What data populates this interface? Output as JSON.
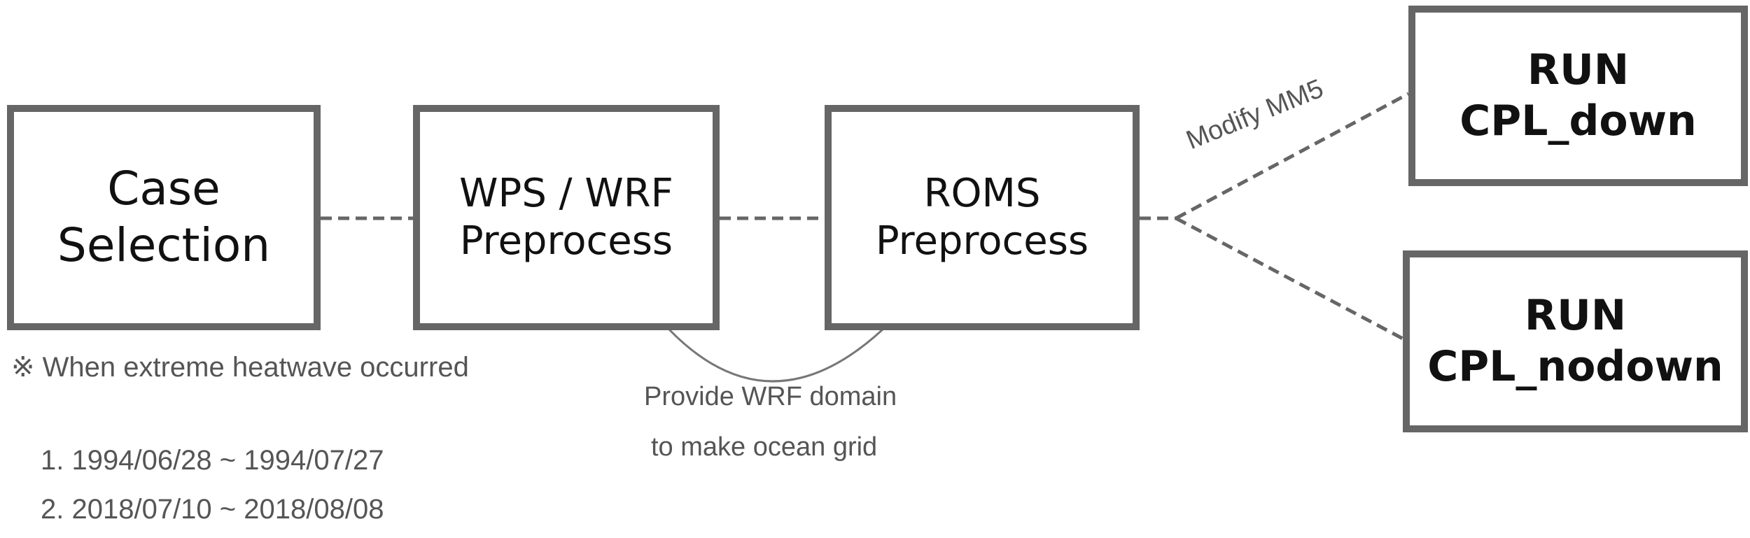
{
  "boxes": {
    "case_selection": [
      "Case",
      "Selection"
    ],
    "wps_wrf": [
      "WPS / WRF",
      "Preprocess"
    ],
    "roms": [
      "ROMS",
      "Preprocess"
    ],
    "run_down": [
      "RUN",
      "CPL_down"
    ],
    "run_nodown": [
      "RUN",
      "CPL_nodown"
    ]
  },
  "notes": {
    "heatwave": "※ When extreme heatwave occurred",
    "periods": [
      "1. 1994/06/28 ~ 1994/07/27",
      "2. 2018/07/10 ~ 2018/08/08"
    ],
    "wrf_domain": [
      "Provide WRF domain",
      "to make ocean grid"
    ],
    "modify": "Modify MM5"
  },
  "colors": {
    "box_border": "#666666",
    "connector": "#666666",
    "text": "#111111",
    "note_text": "#555555"
  }
}
